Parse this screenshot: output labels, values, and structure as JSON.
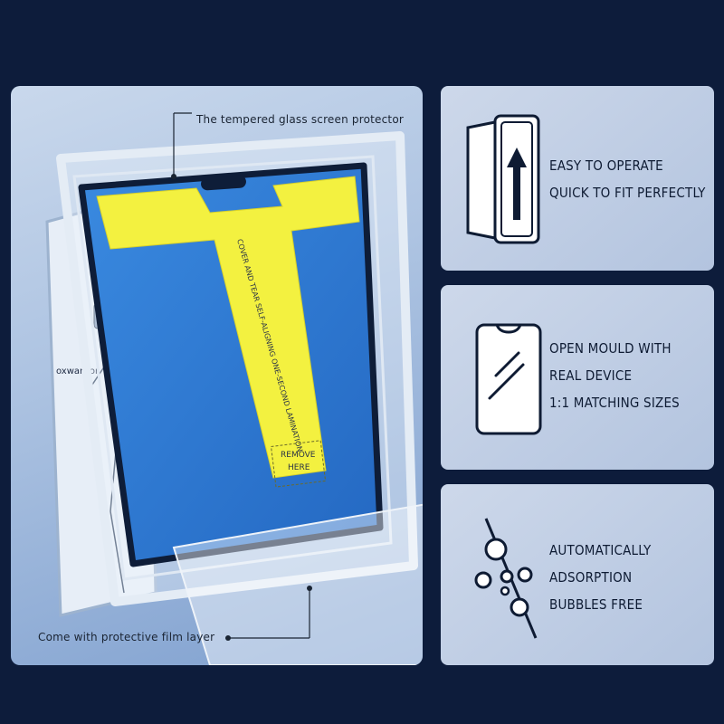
{
  "labels": {
    "top": "The tempered glass screen protector",
    "bottom": "Come with protective film layer"
  },
  "sticker": {
    "line1": "COVER AND TEAR  SELF-ALIGNING  ONE-SECOND LAMINATION",
    "remove_1": "REMOVE",
    "remove_2": "HERE"
  },
  "phone_brand": "oxwarrior",
  "features": [
    {
      "icon": "phone-frame-arrow-icon",
      "lines": [
        "EASY TO OPERATE",
        "QUICK TO FIT PERFECTLY"
      ]
    },
    {
      "icon": "phone-mould-icon",
      "lines": [
        "OPEN MOULD WITH",
        "REAL DEVICE",
        "1:1 MATCHING SIZES"
      ]
    },
    {
      "icon": "bubbles-icon",
      "lines": [
        "AUTOMATICALLY",
        "ADSORPTION",
        "BUBBLES FREE"
      ]
    }
  ],
  "colors": {
    "background": "#0d1c3b",
    "sticker": "#f3f140",
    "screen": "#2f7fd6"
  }
}
